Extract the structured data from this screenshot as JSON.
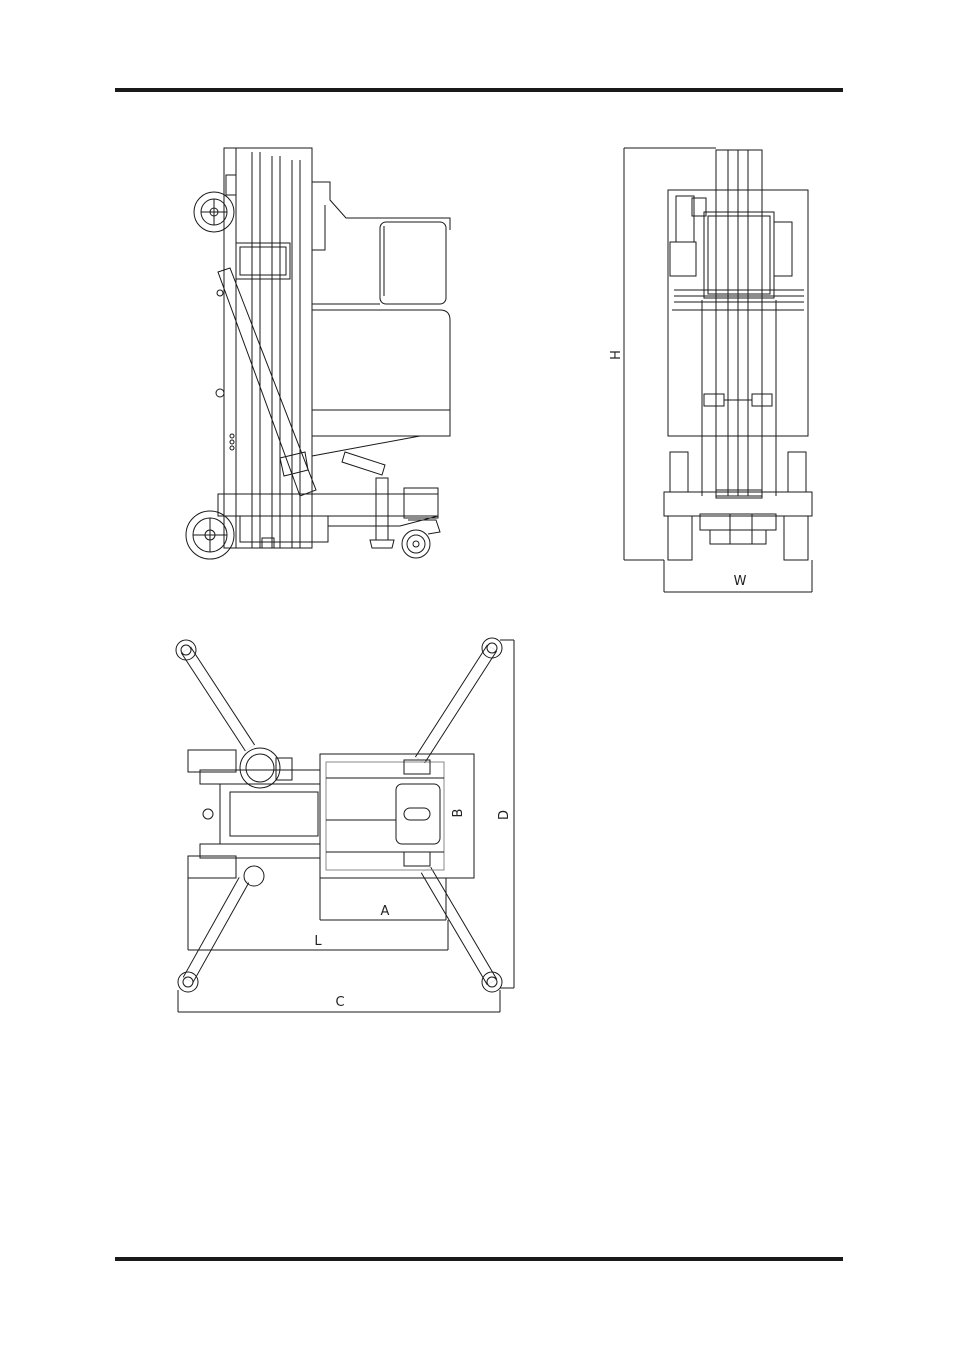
{
  "dimensions": {
    "height": "H",
    "width": "W",
    "length": "L",
    "outrigger_span_c": "C",
    "outrigger_span_d": "D",
    "platform_a": "A",
    "platform_b": "B"
  },
  "colors": {
    "line": "#1a1a1a",
    "background": "#ffffff"
  }
}
